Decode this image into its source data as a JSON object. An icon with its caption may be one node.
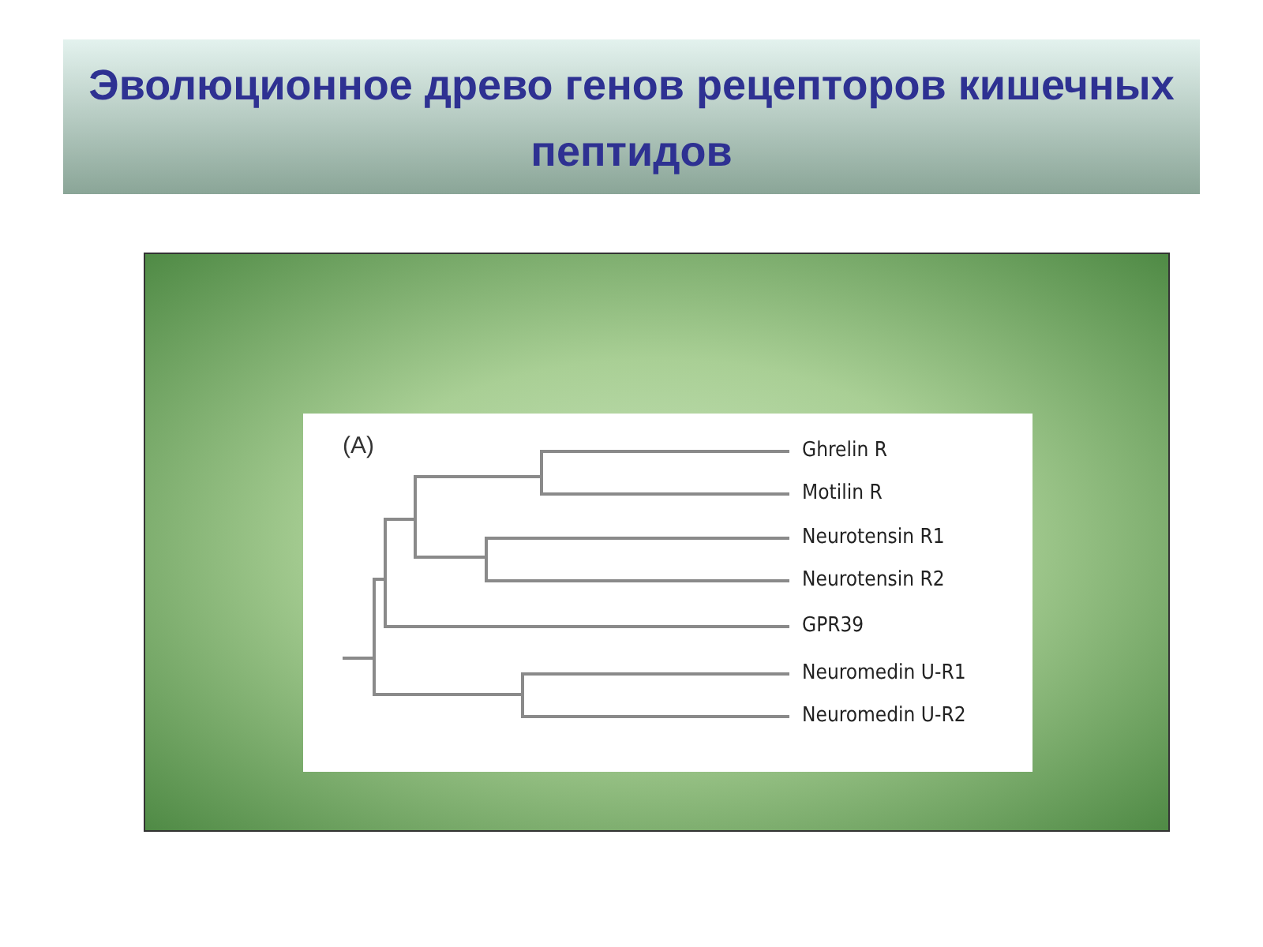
{
  "diagram": {
    "title": "Эволюционное древо генов рецепторов кишечных пептидов",
    "nodes": [
      {
        "text": [
          "Ghrelin R"
        ]
      },
      {
        "text": [
          "Motilin R"
        ]
      },
      {
        "text": [
          "Neurotensin R1"
        ]
      },
      {
        "text": [
          "Neurotensin R2"
        ]
      },
      {
        "text": [
          "GPR39"
        ]
      },
      {
        "text": [
          "Neuromedin U-R1"
        ]
      },
      {
        "text": [
          "Neuromedin U-R2"
        ]
      }
    ],
    "edges": [
      {
        "from": null,
        "to": 0,
        "arrow": "none"
      },
      {
        "from": null,
        "to": 1,
        "arrow": "none"
      },
      {
        "from": null,
        "to": 2,
        "arrow": "none"
      },
      {
        "from": null,
        "to": 3,
        "arrow": "none"
      },
      {
        "from": null,
        "to": 4,
        "arrow": "none"
      },
      {
        "from": null,
        "to": 5,
        "arrow": "none"
      },
      {
        "from": null,
        "to": 6,
        "arrow": "none"
      }
    ],
    "labels": [
      "(A)"
    ]
  }
}
